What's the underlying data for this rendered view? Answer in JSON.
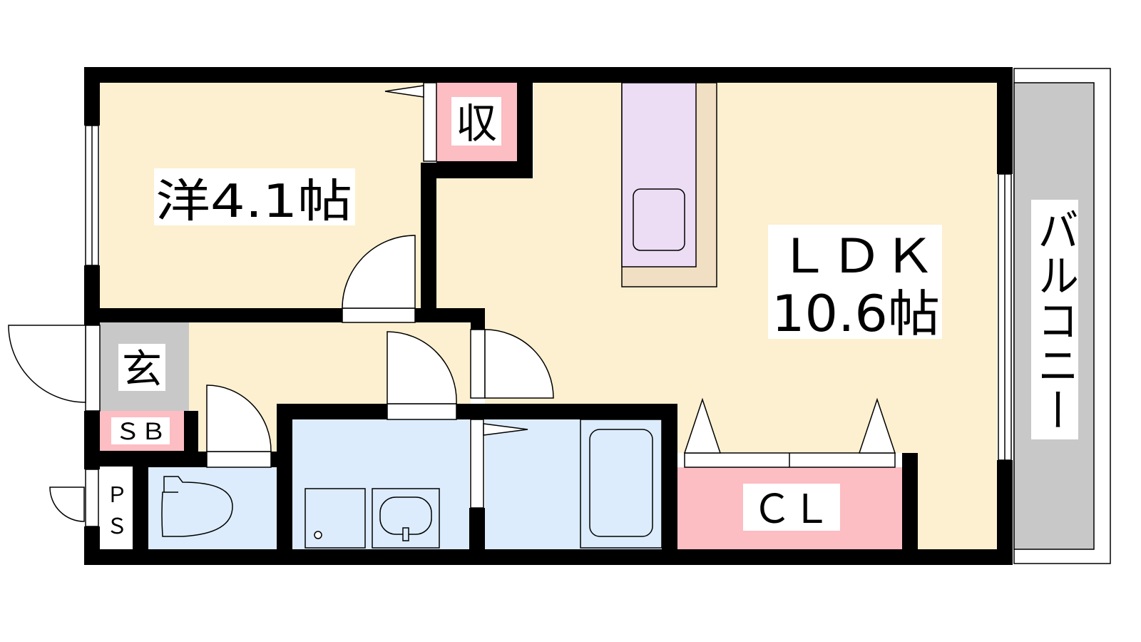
{
  "floorplan": {
    "rooms": {
      "western_room": {
        "label": "洋4.1帖"
      },
      "storage": {
        "label": "収"
      },
      "ldk": {
        "label_line1": "ＬＤＫ",
        "label_line2": "10.6帖"
      },
      "entrance": {
        "label": "玄"
      },
      "shoe_box": {
        "label": "ＳＢ"
      },
      "pipe_space": {
        "label_line1": "Ｐ",
        "label_line2": "Ｓ"
      },
      "closet": {
        "label": "ＣＬ"
      },
      "balcony": {
        "label": "バルコニー"
      }
    },
    "colors": {
      "wall": "#000000",
      "living_floor": "#fdf0d0",
      "wet_area": "#dcecfc",
      "storage": "#fcbdc3",
      "entrance": "#c8c8c8",
      "balcony": "#c8c8c8",
      "kitchen_counter": "#ecdcf4",
      "kitchen_base": "#f1dfc3"
    }
  }
}
